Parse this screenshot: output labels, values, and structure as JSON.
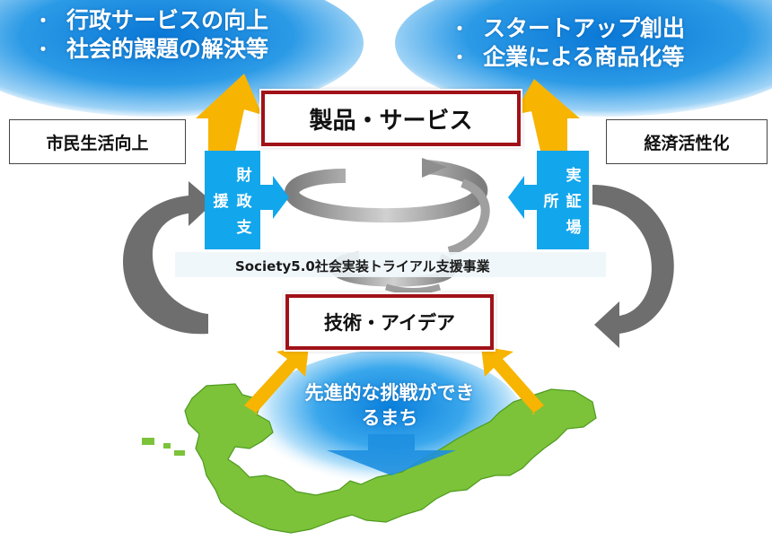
{
  "top_left_cloud": {
    "items": [
      "行政サービスの向上",
      "社会的課題の解決等"
    ]
  },
  "top_right_cloud": {
    "items": [
      "スタートアップ創出",
      "企業による商品化等"
    ]
  },
  "bullet": "・",
  "left_box": "市民生活向上",
  "right_box": "経済活性化",
  "product_box": "製品・サービス",
  "tech_box": "技術・アイデア",
  "left_panel": {
    "col_a": [
      "財",
      "政",
      "支"
    ],
    "col_b": [
      "援"
    ]
  },
  "right_panel": {
    "col_a": [
      "実",
      "証",
      "場"
    ],
    "col_b": [
      "所"
    ]
  },
  "band_label": "Society5.0社会実装トライアル支援事業",
  "bottom_text": [
    "先進的な挑戦ができ",
    "るまち"
  ],
  "colors": {
    "cloud_blue": "#1e8fe0",
    "panel_blue": "#12a6ec",
    "red_border": "#a01218",
    "arrow_gold": "#f7b400",
    "gray_arrow": "#6e6e6e",
    "land_green": "#7cc33a"
  }
}
